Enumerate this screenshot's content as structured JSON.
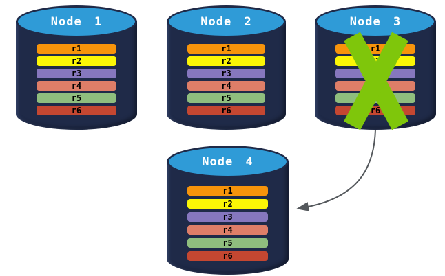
{
  "diagram": {
    "description": "Four database nodes each holding replicas r1-r6; Node 3 is crossed out (failed) and an arrow points from Node 3 to replacement Node 4"
  },
  "colors": {
    "background": "#ffffff",
    "cylinder_body": "#1F2A48",
    "cylinder_top": "#2F9BD7",
    "title_text": "#ffffff",
    "row_text": "#000000",
    "failure_cross": "#7FC60B",
    "arrow": "#54585C"
  },
  "nodes": [
    {
      "title": "Node 1",
      "crossed_out": false,
      "rows": [
        {
          "label": "r1",
          "color": "#F7940B"
        },
        {
          "label": "r2",
          "color": "#FBF606"
        },
        {
          "label": "r3",
          "color": "#8677BE"
        },
        {
          "label": "r4",
          "color": "#DE7E68"
        },
        {
          "label": "r5",
          "color": "#8FBE7E"
        },
        {
          "label": "r6",
          "color": "#C44731"
        }
      ]
    },
    {
      "title": "Node 2",
      "crossed_out": false,
      "rows": [
        {
          "label": "r1",
          "color": "#F7940B"
        },
        {
          "label": "r2",
          "color": "#FBF606"
        },
        {
          "label": "r3",
          "color": "#8677BE"
        },
        {
          "label": "r4",
          "color": "#DE7E68"
        },
        {
          "label": "r5",
          "color": "#8FBE7E"
        },
        {
          "label": "r6",
          "color": "#C44731"
        }
      ]
    },
    {
      "title": "Node 3",
      "crossed_out": true,
      "rows": [
        {
          "label": "r1",
          "color": "#F7940B"
        },
        {
          "label": "r2",
          "color": "#FBF606"
        },
        {
          "label": "r3",
          "color": "#8677BE"
        },
        {
          "label": "r4",
          "color": "#DE7E68"
        },
        {
          "label": "r5",
          "color": "#8FBE7E"
        },
        {
          "label": "r6",
          "color": "#C44731"
        }
      ]
    },
    {
      "title": "Node 4",
      "crossed_out": false,
      "rows": [
        {
          "label": "r1",
          "color": "#F7940B"
        },
        {
          "label": "r2",
          "color": "#FBF606"
        },
        {
          "label": "r3",
          "color": "#8677BE"
        },
        {
          "label": "r4",
          "color": "#DE7E68"
        },
        {
          "label": "r5",
          "color": "#8FBE7E"
        },
        {
          "label": "r6",
          "color": "#C44731"
        }
      ]
    }
  ],
  "arrow": {
    "from": "Node 3",
    "to": "Node 4"
  }
}
